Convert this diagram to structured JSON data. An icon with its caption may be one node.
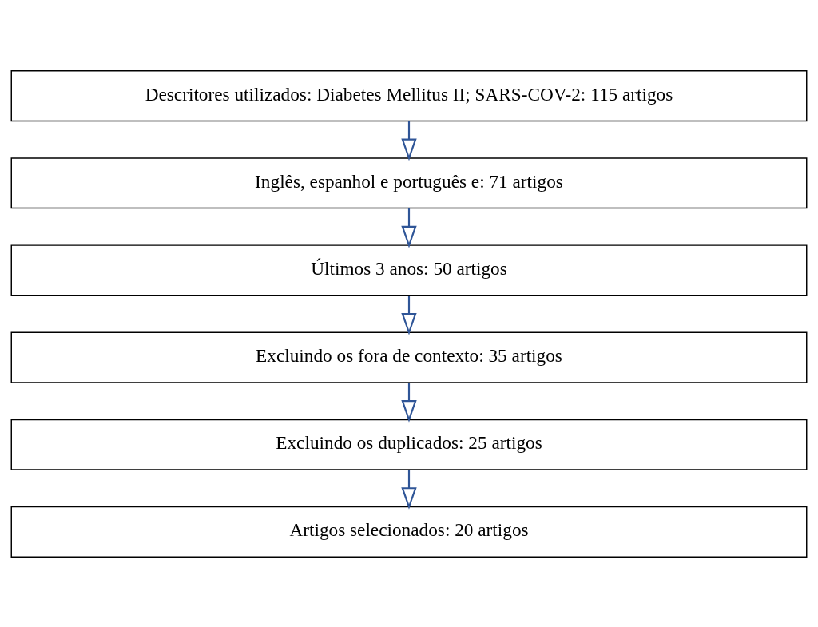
{
  "diagram": {
    "nodes": [
      {
        "text": [
          "Descritores utilizados: Diabetes Mellitus II; SARS-COV-2: 115 artigos"
        ]
      },
      {
        "text": [
          "Inglês, espanhol e português e: 71 artigos"
        ]
      },
      {
        "text": [
          "Últimos 3 anos: 50 artigos"
        ]
      },
      {
        "text": [
          "Excluindo os fora de contexto: 35 artigos"
        ]
      },
      {
        "text": [
          "Excluindo os duplicados: 25 artigos"
        ]
      },
      {
        "text": [
          "Artigos selecionados: 20 artigos"
        ]
      }
    ],
    "edges": [
      {
        "from": 0,
        "to": 1,
        "arrow": "to"
      },
      {
        "from": 1,
        "to": 2,
        "arrow": "to"
      },
      {
        "from": 2,
        "to": 3,
        "arrow": "to"
      },
      {
        "from": 3,
        "to": 4,
        "arrow": "to"
      },
      {
        "from": 4,
        "to": 5,
        "arrow": "to"
      }
    ]
  }
}
